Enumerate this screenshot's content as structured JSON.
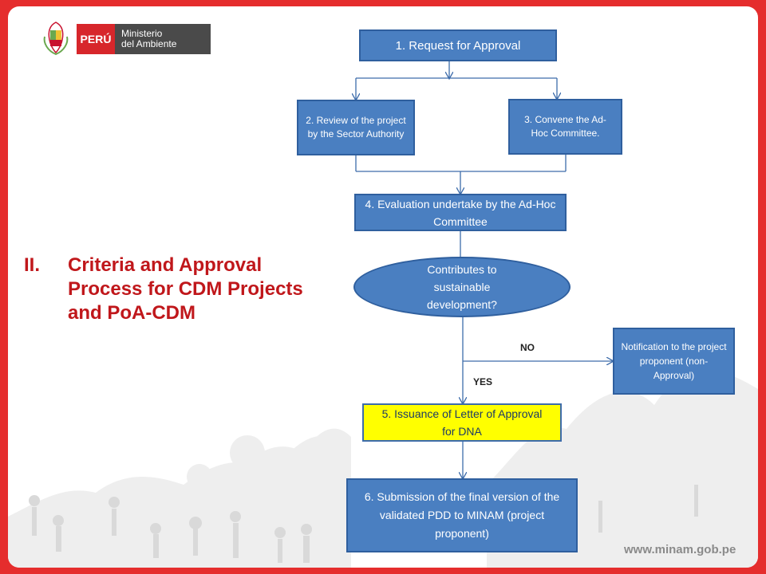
{
  "logo": {
    "country": "PERÚ",
    "ministry_line1": "Ministerio",
    "ministry_line2": "del Ambiente"
  },
  "title": {
    "numeral": "II.",
    "text": "Criteria and Approval Process for CDM Projects and PoA-CDM"
  },
  "flow": {
    "step1": "1. Request  for Approval",
    "step2": "2. Review of the project by the Sector  Authority",
    "step3": "3. Convene the Ad-Hoc Committee.",
    "step4": "4. Evaluation  undertake by the Ad-Hoc Committee",
    "decision": "Contributes to sustainable development?",
    "notification": "Notification to the project proponent (non-Approval)",
    "step5": "5. Issuance of  Letter of Approval for DNA",
    "step6": "6. Submission of the  final version of the validated PDD to MINAM (project proponent)",
    "label_no": "NO",
    "label_yes": "YES"
  },
  "footer": {
    "website": "www.minam.gob.pe"
  },
  "colors": {
    "frame": "#e52d2d",
    "box_fill": "#4a7fc1",
    "box_border": "#2f5f9e",
    "highlight": "#ffff00",
    "title": "#c0171b"
  }
}
